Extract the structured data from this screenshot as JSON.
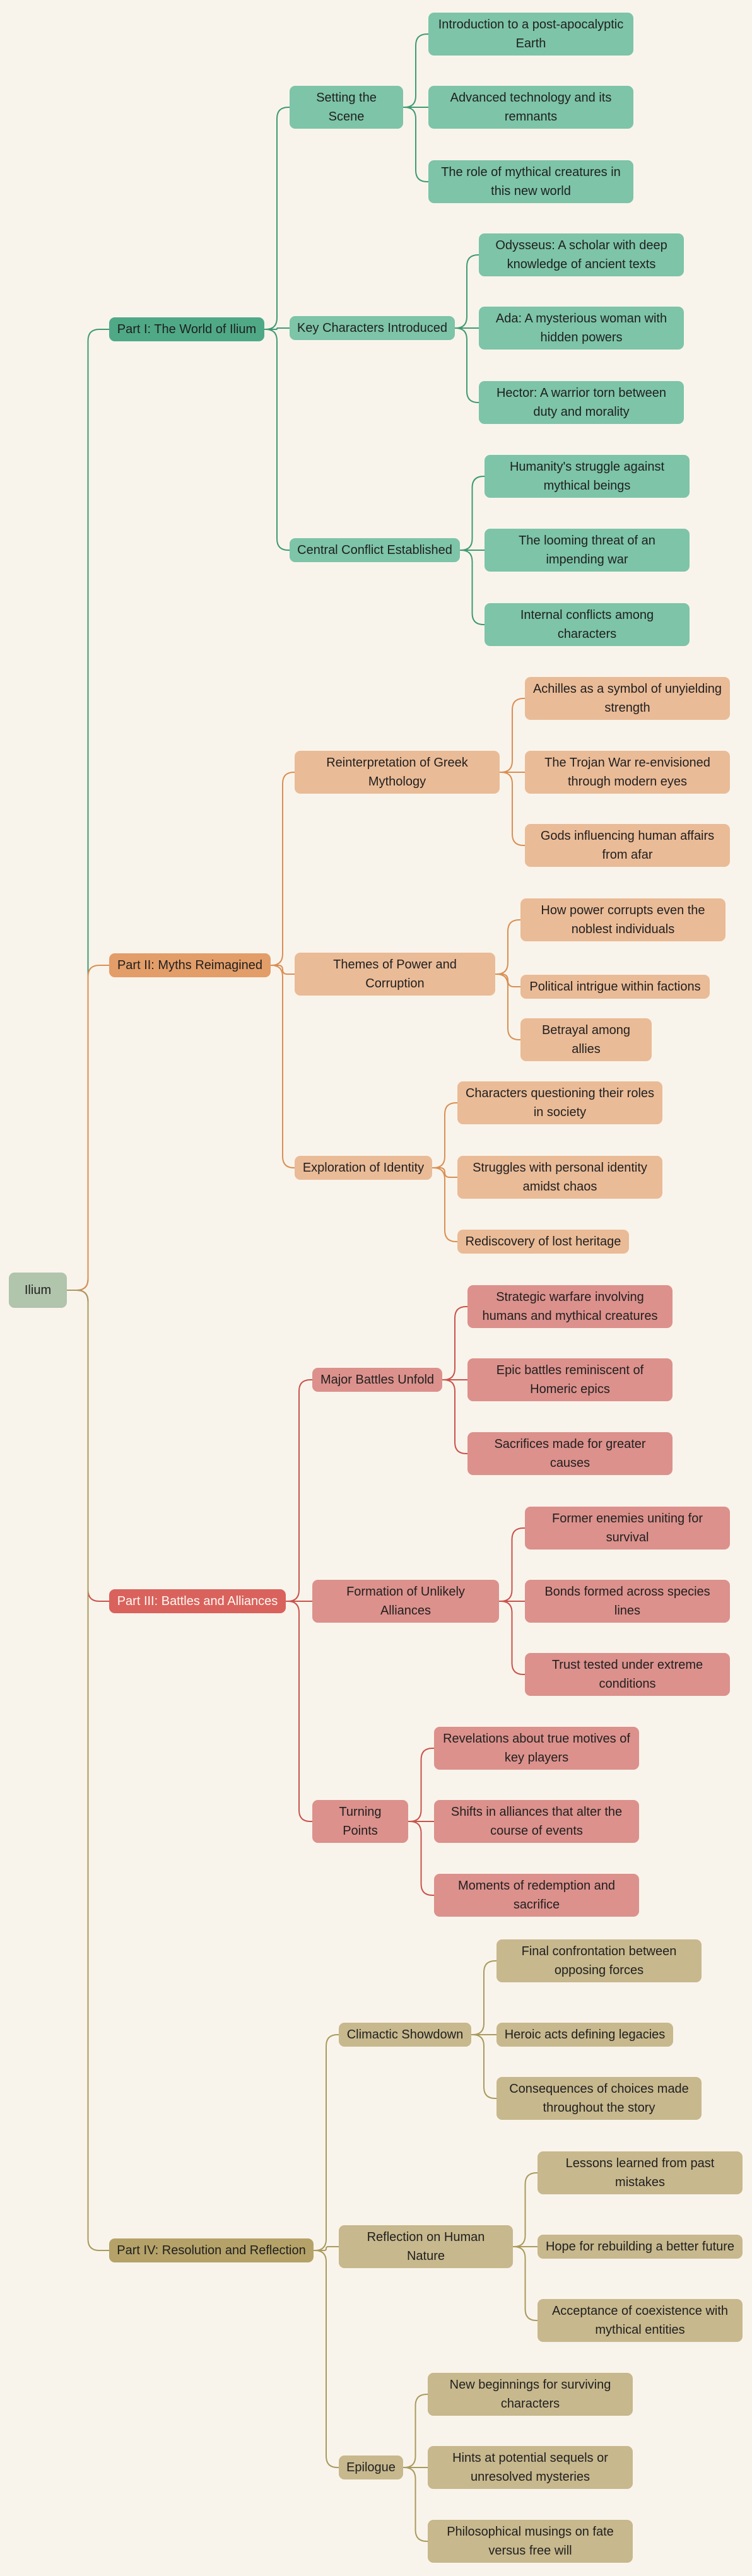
{
  "root": "Ilium",
  "colors": {
    "line": [
      "#3f9a74",
      "#d98f54",
      "#c9524d",
      "#a99a5e"
    ],
    "root_line": "#c79a7a"
  },
  "parts": [
    {
      "label": "Part I: The World of Ilium",
      "sections": [
        {
          "label": "Setting the Scene",
          "items": [
            "Introduction to a post-apocalyptic Earth",
            "Advanced technology and its remnants",
            "The role of mythical creatures in this new world"
          ]
        },
        {
          "label": "Key Characters Introduced",
          "items": [
            "Odysseus: A scholar with deep knowledge of ancient texts",
            "Ada: A mysterious woman with hidden powers",
            "Hector: A warrior torn between duty and morality"
          ]
        },
        {
          "label": "Central Conflict Established",
          "items": [
            "Humanity's struggle against mythical beings",
            "The looming threat of an impending war",
            "Internal conflicts among characters"
          ]
        }
      ]
    },
    {
      "label": "Part II: Myths Reimagined",
      "sections": [
        {
          "label": "Reinterpretation of Greek Mythology",
          "items": [
            "Achilles as a symbol of unyielding strength",
            "The Trojan War re-envisioned through modern eyes",
            "Gods influencing human affairs from afar"
          ]
        },
        {
          "label": "Themes of Power and Corruption",
          "items": [
            "How power corrupts even the noblest individuals",
            "Political intrigue within factions",
            "Betrayal among allies"
          ]
        },
        {
          "label": "Exploration of Identity",
          "items": [
            "Characters questioning their roles in society",
            "Struggles with personal identity amidst chaos",
            "Rediscovery of lost heritage"
          ]
        }
      ]
    },
    {
      "label": "Part III: Battles and Alliances",
      "sections": [
        {
          "label": "Major Battles Unfold",
          "items": [
            "Strategic warfare involving humans and mythical creatures",
            "Epic battles reminiscent of Homeric epics",
            "Sacrifices made for greater causes"
          ]
        },
        {
          "label": "Formation of Unlikely Alliances",
          "items": [
            "Former enemies uniting for survival",
            "Bonds formed across species lines",
            "Trust tested under extreme conditions"
          ]
        },
        {
          "label": "Turning Points",
          "items": [
            "Revelations about true motives of key players",
            "Shifts in alliances that alter the course of events",
            "Moments of redemption and sacrifice"
          ]
        }
      ]
    },
    {
      "label": "Part IV: Resolution and Reflection",
      "sections": [
        {
          "label": "Climactic Showdown",
          "items": [
            "Final confrontation between opposing forces",
            "Heroic acts defining legacies",
            "Consequences of choices made throughout the story"
          ]
        },
        {
          "label": "Reflection on Human Nature",
          "items": [
            "Lessons learned from past mistakes",
            "Hope for rebuilding a better future",
            "Acceptance of coexistence with mythical entities"
          ]
        },
        {
          "label": "Epilogue",
          "items": [
            "New beginnings for surviving characters",
            "Hints at potential sequels or unresolved mysteries",
            "Philosophical musings on fate versus free will"
          ]
        }
      ]
    }
  ]
}
